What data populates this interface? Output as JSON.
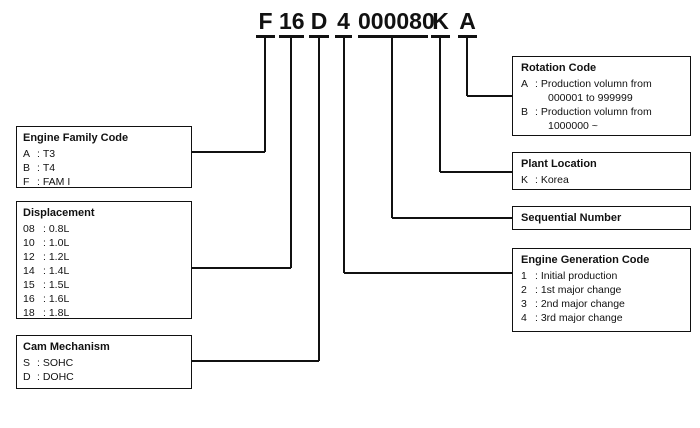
{
  "code": {
    "segments": [
      "F",
      "16",
      "D",
      "4",
      "000080",
      "K",
      "A"
    ]
  },
  "boxes": {
    "engine_family": {
      "title": "Engine Family Code",
      "rows": [
        {
          "key": "A",
          "val": "T3"
        },
        {
          "key": "B",
          "val": "T4"
        },
        {
          "key": "F",
          "val": "FAM I"
        }
      ]
    },
    "displacement": {
      "title": "Displacement",
      "rows": [
        {
          "key": "08",
          "val": "0.8L"
        },
        {
          "key": "10",
          "val": "1.0L"
        },
        {
          "key": "12",
          "val": "1.2L"
        },
        {
          "key": "14",
          "val": "1.4L"
        },
        {
          "key": "15",
          "val": "1.5L"
        },
        {
          "key": "16",
          "val": "1.6L"
        },
        {
          "key": "18",
          "val": "1.8L"
        }
      ]
    },
    "cam": {
      "title": "Cam Mechanism",
      "rows": [
        {
          "key": "S",
          "val": "SOHC"
        },
        {
          "key": "D",
          "val": "DOHC"
        }
      ]
    },
    "rotation": {
      "title": "Rotation Code",
      "rows": [
        {
          "key": "A",
          "val": "Production volumn from",
          "cont": "000001 to 999999"
        },
        {
          "key": "B",
          "val": "Production volumn from",
          "cont": "1000000 ~"
        }
      ]
    },
    "plant": {
      "title": "Plant Location",
      "rows": [
        {
          "key": "K",
          "val": "Korea"
        }
      ]
    },
    "sequential": {
      "title": "Sequential Number"
    },
    "generation": {
      "title": "Engine Generation Code",
      "rows": [
        {
          "key": "1",
          "val": "Initial production"
        },
        {
          "key": "2",
          "val": "1st major change"
        },
        {
          "key": "3",
          "val": "2nd major change"
        },
        {
          "key": "4",
          "val": "3rd major change"
        }
      ]
    }
  }
}
